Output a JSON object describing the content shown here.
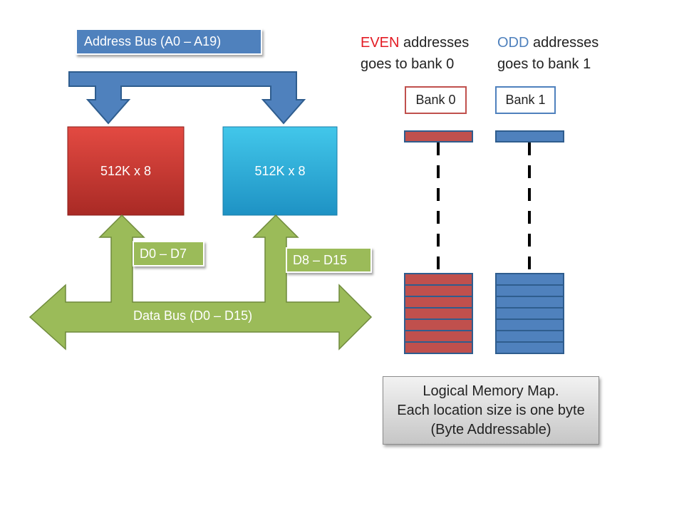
{
  "address_bus": {
    "label": "Address Bus (A0 – A19)"
  },
  "chips": [
    {
      "label": "512K x 8",
      "color": "#c0392b"
    },
    {
      "label": "512K x 8",
      "color": "#2bb5dc"
    }
  ],
  "data_bus": {
    "label": "Data Bus (D0 – D15)",
    "low_label": "D0 – D7",
    "high_label": "D8 – D15",
    "color": "#9bbb59"
  },
  "notes": {
    "even": {
      "keyword": "EVEN",
      "rest": " addresses",
      "line2": "goes to bank 0",
      "color": "#e31b23"
    },
    "odd": {
      "keyword": "ODD",
      "rest": " addresses",
      "line2": "goes to bank 1",
      "color": "#4f81bd"
    }
  },
  "banks": [
    {
      "label": "Bank 0",
      "color": "#c0504d",
      "locations": 7
    },
    {
      "label": "Bank 1",
      "color": "#4f81bd",
      "locations": 7
    }
  ],
  "memory_map": {
    "line1": "Logical Memory Map.",
    "line2": "Each location size is one byte",
    "line3": "(Byte Addressable)"
  }
}
